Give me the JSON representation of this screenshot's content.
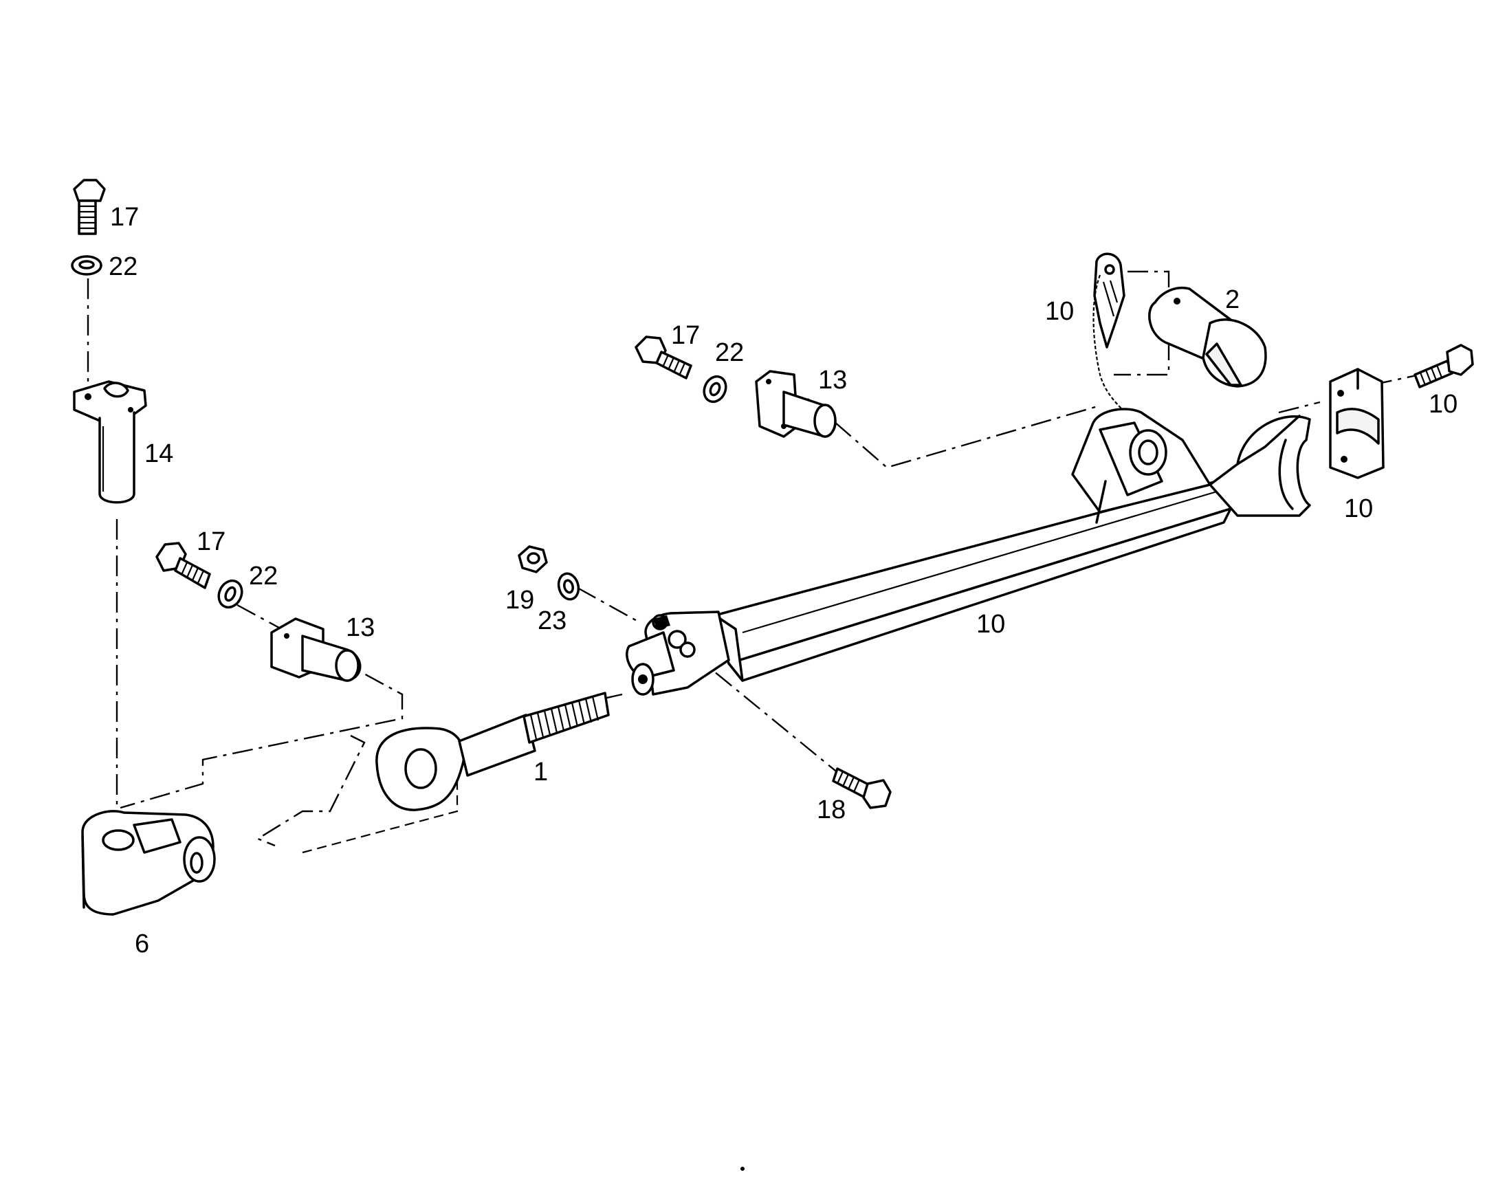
{
  "callouts": {
    "bolt_17_top": "17",
    "washer_22_top": "22",
    "pin_14": "14",
    "bolt_17_left": "17",
    "washer_22_left": "22",
    "bracket_13_left": "13",
    "nut_19": "19",
    "washer_23": "23",
    "rod_end_1": "1",
    "bolt_18": "18",
    "clevis_6": "6",
    "bolt_17_mid": "17",
    "washer_22_mid": "22",
    "bracket_13_mid": "13",
    "chain_pin_10": "10",
    "pin_2": "2",
    "bolt_10_right": "10",
    "clamp_10": "10",
    "link_10": "10"
  }
}
